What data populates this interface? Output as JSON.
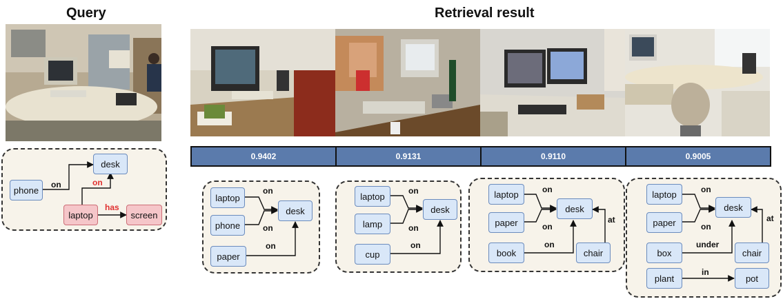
{
  "titles": {
    "query": "Query",
    "retrieval": "Retrieval result"
  },
  "scores": [
    "0.9402",
    "0.9131",
    "0.9110",
    "0.9005"
  ],
  "query_graph": {
    "nodes": {
      "phone": "phone",
      "desk": "desk",
      "laptop": "laptop",
      "screen": "screen"
    },
    "edges": {
      "phone_desk": "on",
      "laptop_desk": "on",
      "laptop_screen": "has"
    }
  },
  "result_graphs": [
    {
      "nodes": {
        "laptop": "laptop",
        "phone": "phone",
        "paper": "paper",
        "desk": "desk"
      },
      "edges": {
        "e1": "on",
        "e2": "on",
        "e3": "on"
      }
    },
    {
      "nodes": {
        "laptop": "laptop",
        "lamp": "lamp",
        "cup": "cup",
        "desk": "desk"
      },
      "edges": {
        "e1": "on",
        "e2": "on",
        "e3": "on"
      }
    },
    {
      "nodes": {
        "laptop": "laptop",
        "paper": "paper",
        "book": "book",
        "desk": "desk",
        "chair": "chair"
      },
      "edges": {
        "e1": "on",
        "e2": "on",
        "e3": "on",
        "e4": "at"
      }
    },
    {
      "nodes": {
        "laptop": "laptop",
        "paper": "paper",
        "box": "box",
        "desk": "desk",
        "chair": "chair",
        "plant": "plant",
        "pot": "pot"
      },
      "edges": {
        "e1": "on",
        "e2": "on",
        "e3": "under",
        "e4": "at",
        "e5": "in"
      }
    }
  ]
}
